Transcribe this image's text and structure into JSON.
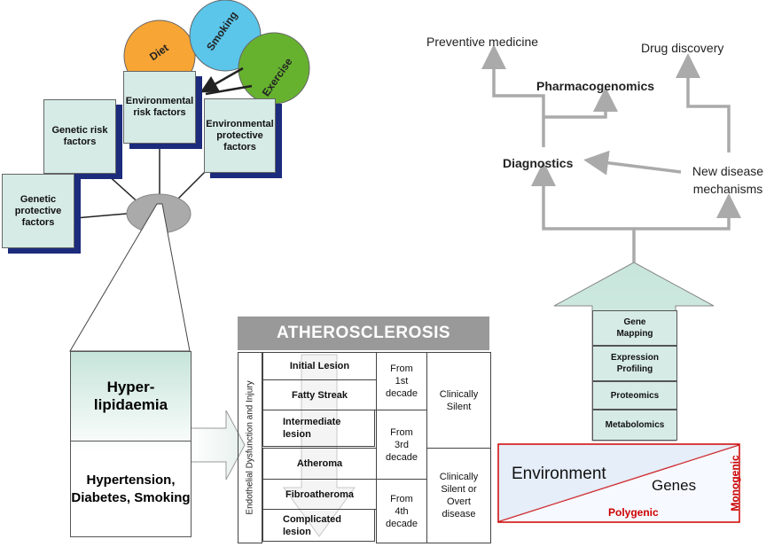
{
  "factors": {
    "circles": [
      "Diet",
      "Smoking",
      "Exercise"
    ],
    "environmental_risk": "Environmental risk factors",
    "environmental_protective": "Environmental protective factors",
    "genetic_risk": "Genetic risk factors",
    "genetic_protective": "Genetic protective factors"
  },
  "left_box": {
    "top": "Hyper-lipidaemia",
    "bottom": "Hypertension, Diabetes, Smoking"
  },
  "athero": {
    "title": "ATHEROSCLEROSIS",
    "vertical_label": "Endothelial Dysfunction and Injury",
    "lesions": [
      "Initial Lesion",
      "Fatty Streak",
      "Intermediate lesion",
      "Atheroma",
      "Fibroatheroma",
      "Complicated lesion"
    ],
    "timing": [
      "From 1st decade",
      "From 3rd decade",
      "From 4th decade"
    ],
    "status": [
      "Clinically Silent",
      "Clinically Silent or Overt disease"
    ]
  },
  "right": {
    "preventive": "Preventive medicine",
    "drug": "Drug discovery",
    "pharma": "Pharmacogenomics",
    "diagnostics": "Diagnostics",
    "mechanisms": "New disease mechanisms",
    "methods": [
      "Gene Mapping",
      "Expression Profiling",
      "Proteomics",
      "Metabolomics"
    ]
  },
  "env_genes": {
    "environment": "Environment",
    "genes": "Genes",
    "polygenic": "Polygenic",
    "monogenic": "Monogenic",
    "accent": "#cc0000"
  },
  "colors": {
    "diet": "#f7a535",
    "smoking": "#5bc5ea",
    "exercise": "#66b22f",
    "box_fill": "#d6ebe6",
    "box_shadow": "#1c2b7c",
    "arrow_gray": "#aaaaaa"
  }
}
